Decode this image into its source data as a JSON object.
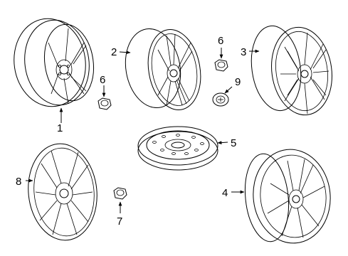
{
  "callouts": {
    "c1": "1",
    "c2": "2",
    "c3": "3",
    "c4": "4",
    "c5": "5",
    "c6a": "6",
    "c6b": "6",
    "c7": "7",
    "c8": "8",
    "c9": "9"
  },
  "parts": [
    {
      "callout": "1",
      "icon": "alloy-wheel-icon"
    },
    {
      "callout": "2",
      "icon": "alloy-wheel-icon"
    },
    {
      "callout": "3",
      "icon": "alloy-wheel-icon"
    },
    {
      "callout": "4",
      "icon": "alloy-wheel-icon"
    },
    {
      "callout": "5",
      "icon": "spare-steel-wheel-icon"
    },
    {
      "callout": "6",
      "icon": "lug-nut-icon"
    },
    {
      "callout": "7",
      "icon": "lug-nut-icon"
    },
    {
      "callout": "8",
      "icon": "wheel-cover-icon"
    },
    {
      "callout": "9",
      "icon": "center-cap-icon"
    }
  ]
}
